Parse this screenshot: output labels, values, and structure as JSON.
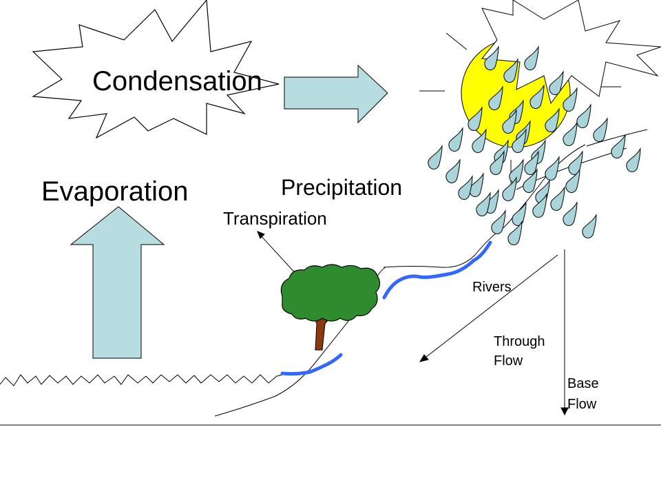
{
  "labels": {
    "condensation": "Condensation",
    "evaporation": "Evaporation",
    "precipitation": "Precipitation",
    "transpiration": "Transpiration",
    "rivers": "Rivers",
    "through_flow_1": "Through",
    "through_flow_2": "Flow",
    "base_flow_1": "Base",
    "base_flow_2": "Flow"
  },
  "colors": {
    "cloud_fill": "#ffffff",
    "arrow_fill": "#b8dde1",
    "sun_fill": "#ffff00",
    "raindrop_fill": "#a9d4d9",
    "river_stroke": "#3366ff",
    "tree_foliage": "#2e8b2e",
    "tree_trunk": "#8b3a0f",
    "line": "#000000"
  },
  "icons": {
    "cloud": "explosion-cloud-icon",
    "sun": "sun-icon",
    "raindrop": "raindrop-icon",
    "tree": "tree-icon",
    "arrow_right": "block-arrow-right-icon",
    "arrow_up": "block-arrow-up-icon"
  }
}
